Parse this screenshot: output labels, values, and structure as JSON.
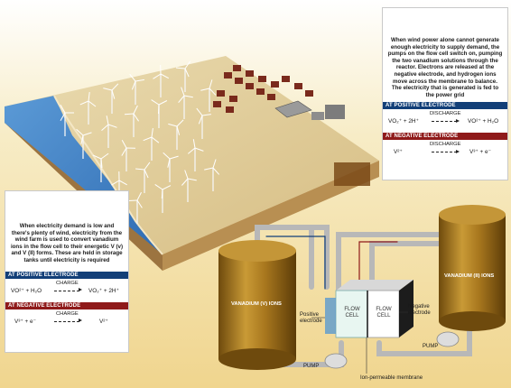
{
  "top_panel": {
    "text": "When wind power alone cannot generate enough electricity to supply demand, the pumps on the flow cell switch on, pumping the two vanadium solutions through the reactor. Electrons are released at the negative electrode, and hydrogen ions move across the membrane to balance. The electricity that is generated is fed to the power grid",
    "positive_header": "AT POSITIVE ELECTRODE",
    "positive_left": "VO₂⁺ + 2H⁺",
    "positive_arrow": "DISCHARGE",
    "positive_right": "VO²⁺ + H₂O",
    "negative_header": "AT NEGATIVE ELECTRODE",
    "negative_left": "V²⁺",
    "negative_arrow": "DISCHARGE",
    "negative_right": "V³⁺ + e⁻"
  },
  "left_panel": {
    "text": "When electricity demand is low and there's plenty of wind, electricity from the wind farm is used to convert vanadium ions in the flow cell to their energetic V (v) and V (II) forms. These are held in storage tanks until electricity is required",
    "positive_header": "AT POSITIVE ELECTRODE",
    "positive_left": "VO²⁺ + H₂O",
    "positive_arrow": "CHARGE",
    "positive_right": "VO₂⁺ + 2H⁺",
    "negative_header": "AT NEGATIVE ELECTRODE",
    "negative_left": "V³⁺ + e⁻",
    "negative_arrow": "CHARGE",
    "negative_right": "V²⁺"
  },
  "labels": {
    "tank_left": "VANADIUM (V) IONS",
    "tank_right": "VANADIUM (II) IONS",
    "flow_cell_left_1": "FLOW",
    "flow_cell_left_2": "CELL",
    "flow_cell_right_1": "FLOW",
    "flow_cell_right_2": "CELL",
    "positive_electrode_1": "Positive",
    "positive_electrode_2": "electrode",
    "negative_electrode_1": "Negative",
    "negative_electrode_2": "electrode",
    "pump_left": "PUMP",
    "pump_right": "PUMP",
    "membrane": "Ion-permeable membrane"
  },
  "colors": {
    "sea": "#3f7fc4",
    "land_top": "#e3cf9a",
    "land_side": "#b88f52",
    "tank": "#a8771e",
    "positive": "#123f78",
    "negative": "#8f1a1a",
    "pipe": "#b8b8b8"
  }
}
